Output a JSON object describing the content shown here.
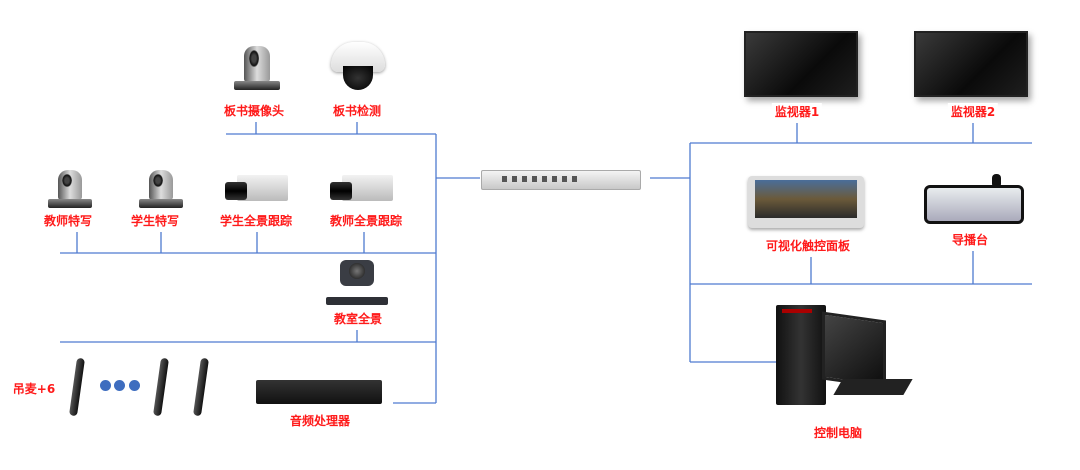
{
  "left": {
    "top_row": [
      {
        "label": "板书摄像头",
        "icon": "ptz-camera-icon"
      },
      {
        "label": "板书检测",
        "icon": "dome-camera-icon"
      }
    ],
    "middle_row": [
      {
        "label": "教师特写",
        "icon": "ptz-camera-icon"
      },
      {
        "label": "学生特写",
        "icon": "ptz-camera-icon"
      },
      {
        "label": "学生全景跟踪",
        "icon": "box-camera-icon"
      },
      {
        "label": "教师全景跟踪",
        "icon": "box-camera-icon"
      }
    ],
    "panorama": {
      "label": "教室全景",
      "icon": "ptz-camera-icon"
    },
    "mics": {
      "label": "吊麦+6",
      "icon": "microphone-icon"
    },
    "audio": {
      "label": "音频处理器",
      "icon": "rack-device-icon"
    }
  },
  "center": {
    "icon": "recording-host-icon"
  },
  "right": {
    "monitors": [
      {
        "label": "监视器1"
      },
      {
        "label": "监视器2"
      }
    ],
    "panel": {
      "label": "可视化触控面板"
    },
    "director": {
      "label": "导播台"
    },
    "pc": {
      "label": "控制电脑"
    }
  },
  "colors": {
    "line": "#4f7bd0",
    "label": "#ff1a1a"
  }
}
